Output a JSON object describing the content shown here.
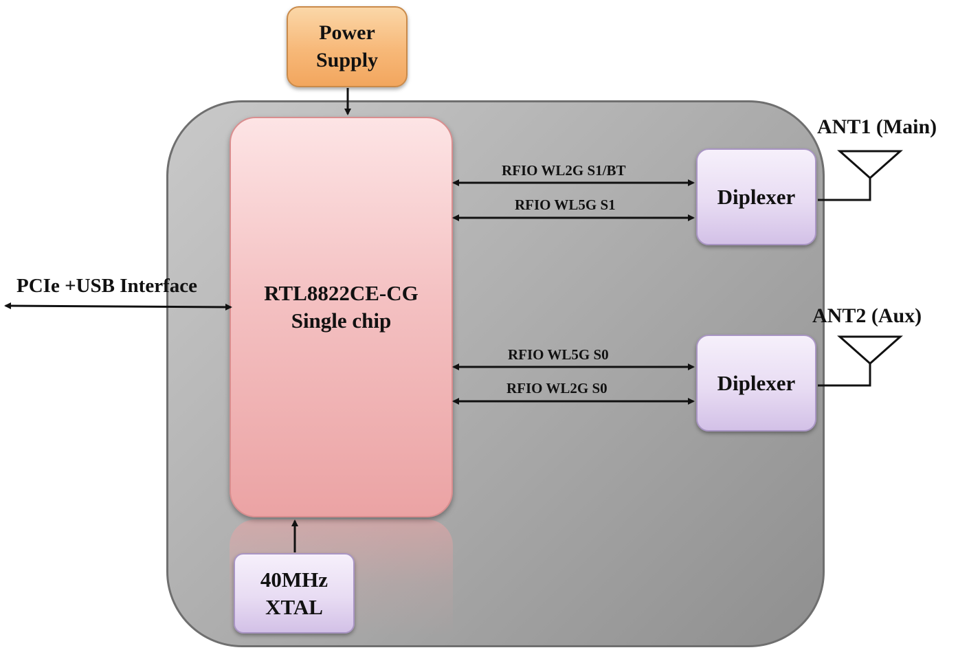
{
  "power_supply": {
    "line1": "Power",
    "line2": "Supply"
  },
  "chip": {
    "line1": "RTL8822CE-CG",
    "line2": "Single chip"
  },
  "xtal": {
    "line1": "40MHz",
    "line2": "XTAL"
  },
  "interface": {
    "label": "PCIe +USB Interface"
  },
  "diplexer_main": {
    "label": "Diplexer"
  },
  "diplexer_aux": {
    "label": "Diplexer"
  },
  "antennas": {
    "main": "ANT1 (Main)",
    "aux": "ANT2 (Aux)"
  },
  "signals": {
    "s1_2g": "RFIO WL2G S1/BT",
    "s1_5g": "RFIO WL5G S1",
    "s0_5g": "RFIO WL5G S0",
    "s0_2g": "RFIO WL2G S0"
  }
}
